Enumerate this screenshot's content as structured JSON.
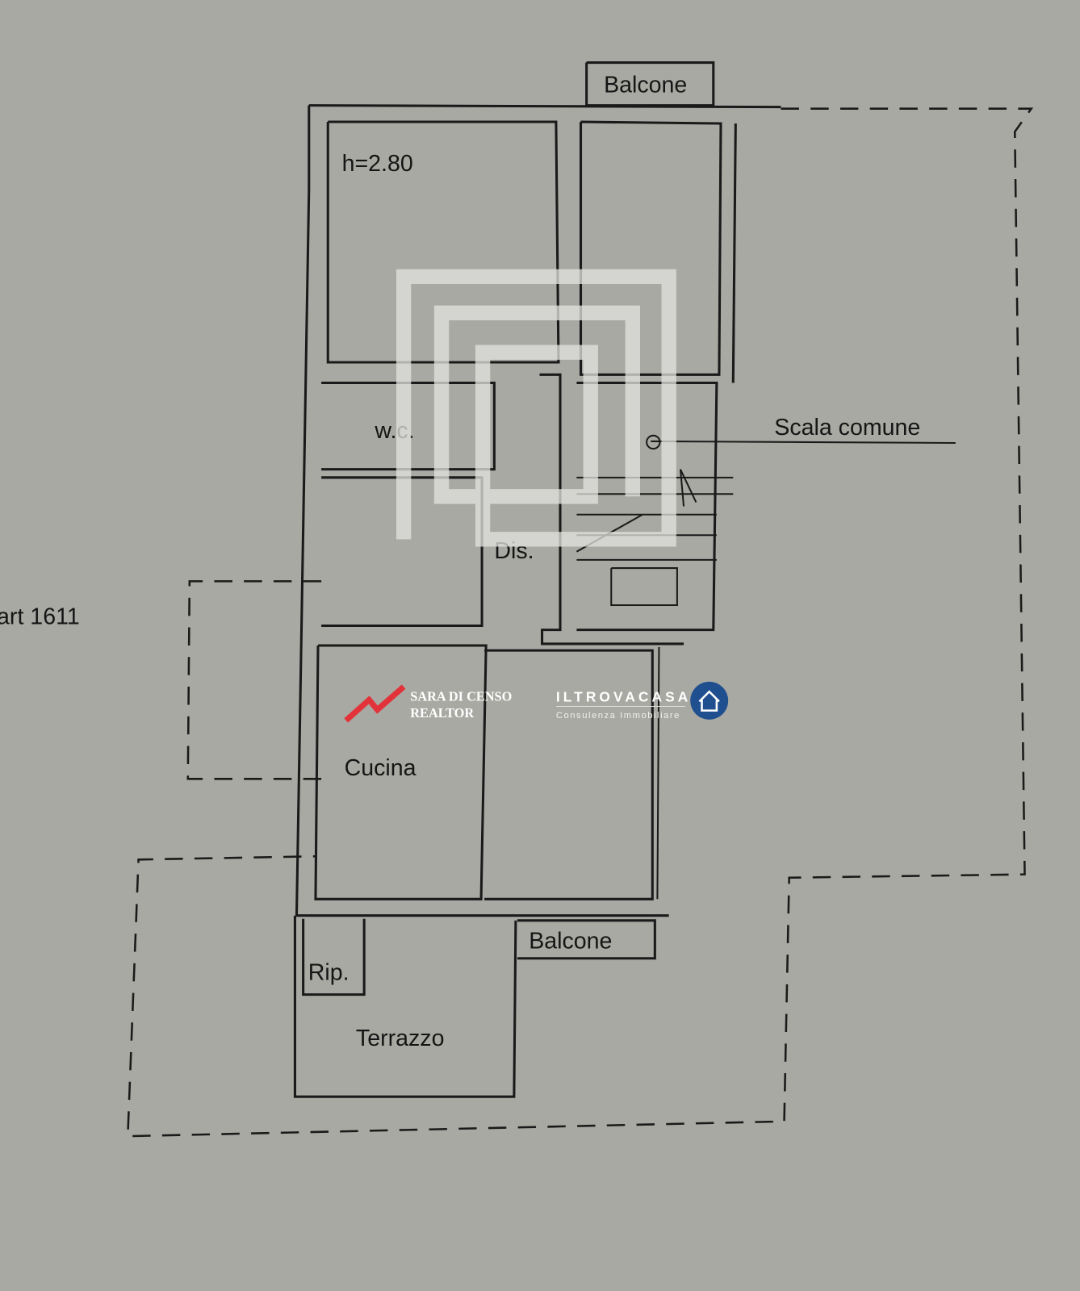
{
  "plan": {
    "labels": {
      "balcone_top": "Balcone",
      "height": "h=2.80",
      "wc": "w.c.",
      "scala": "Scala comune",
      "dis": "Dis.",
      "part": "art 1611",
      "cucina": "Cucina",
      "balcone_bottom": "Balcone",
      "rip": "Rip.",
      "terrazzo": "Terrazzo"
    }
  },
  "watermark": {
    "realtor_line1": "SARA DI CENSO",
    "realtor_line2": "REALTOR",
    "agency_name": "ILTROVACASA",
    "agency_tagline": "Consulenza Immobiliare",
    "colors": {
      "red": "#e2333a",
      "blue": "#1f4f8f"
    }
  }
}
